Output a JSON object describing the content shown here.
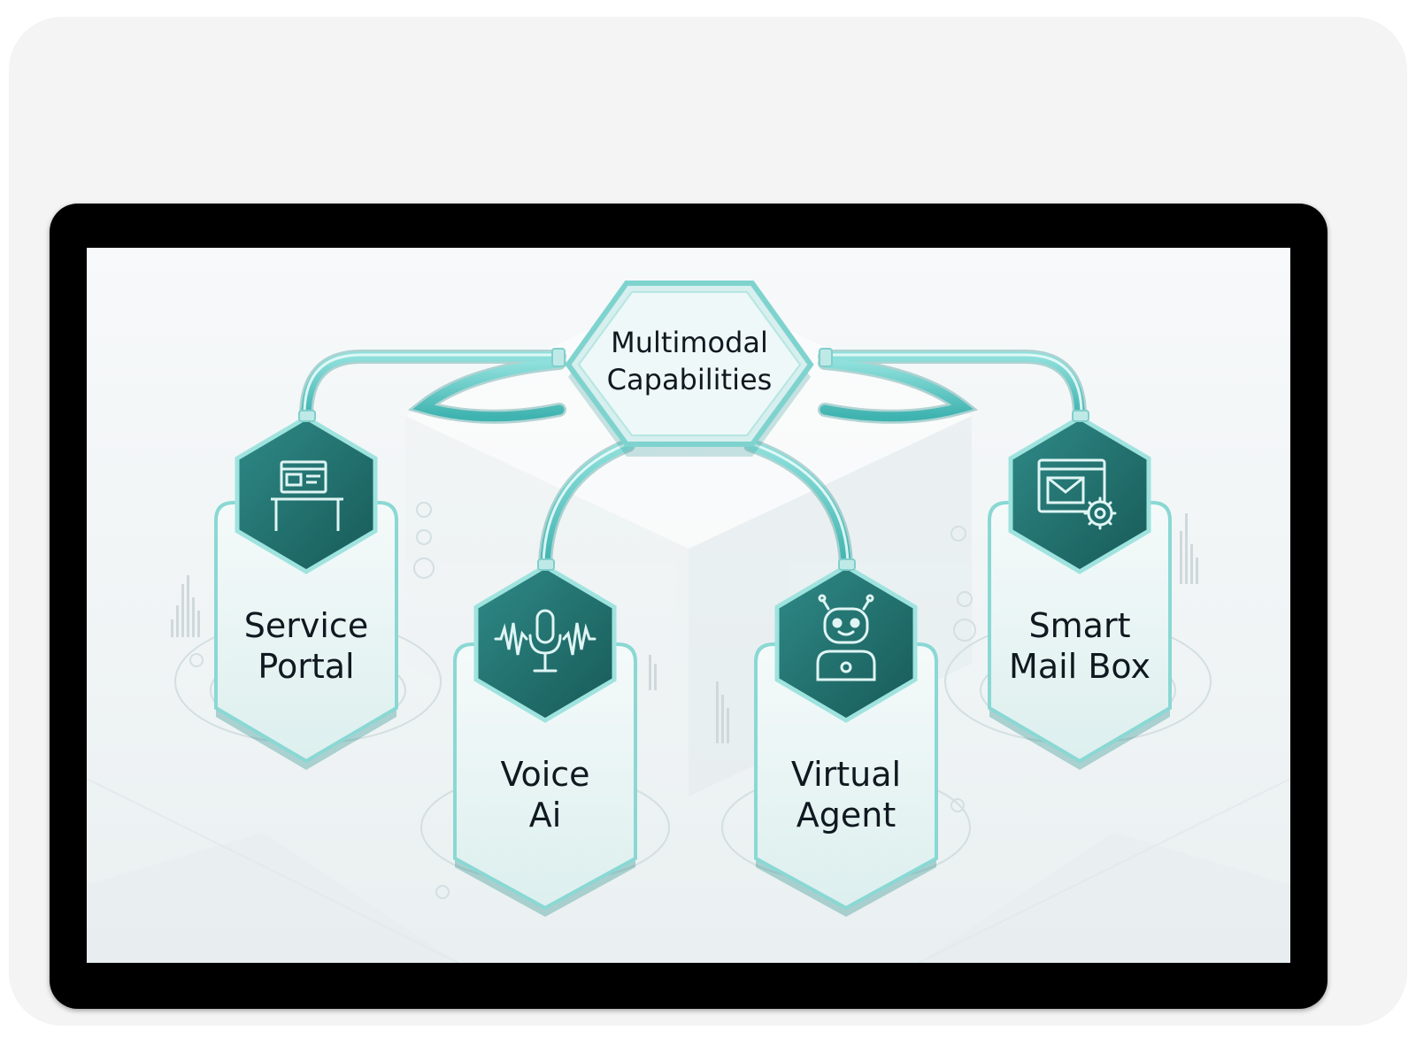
{
  "hub": {
    "line1": "Multimodal",
    "line2": "Capabilities"
  },
  "nodes": [
    {
      "line1": "Service",
      "line2": "Portal",
      "icon": "service-desk-icon"
    },
    {
      "line1": "Voice",
      "line2": "Ai",
      "icon": "microphone-waveform-icon"
    },
    {
      "line1": "Virtual",
      "line2": "Agent",
      "icon": "robot-icon"
    },
    {
      "line1": "Smart",
      "line2": "Mail Box",
      "icon": "mail-gear-icon"
    }
  ],
  "colors": {
    "teal_dark": "#1f6f6d",
    "teal": "#3fb9b7",
    "teal_light": "#9fe3df",
    "card_fill": "#eef6f6",
    "background": "#f3f6f7",
    "frame": "#000000"
  }
}
